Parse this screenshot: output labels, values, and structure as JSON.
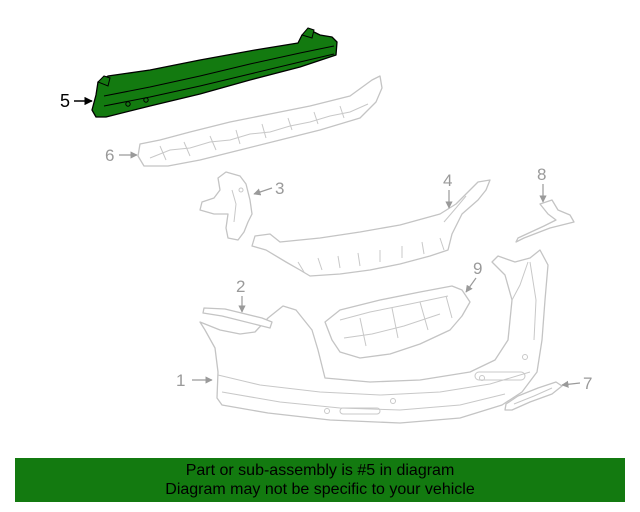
{
  "callouts": {
    "c1": "1",
    "c2": "2",
    "c3": "3",
    "c4": "4",
    "c5": "5",
    "c6": "6",
    "c7": "7",
    "c8": "8",
    "c9": "9"
  },
  "highlighted_part": "5",
  "colors": {
    "highlight_fill": "#137a10",
    "line_art": "#c4c4c4",
    "banner_bg": "#137a10"
  },
  "banner": {
    "line1": "Part or sub-assembly is #5 in diagram",
    "line2": "Diagram may not be specific to your vehicle"
  }
}
